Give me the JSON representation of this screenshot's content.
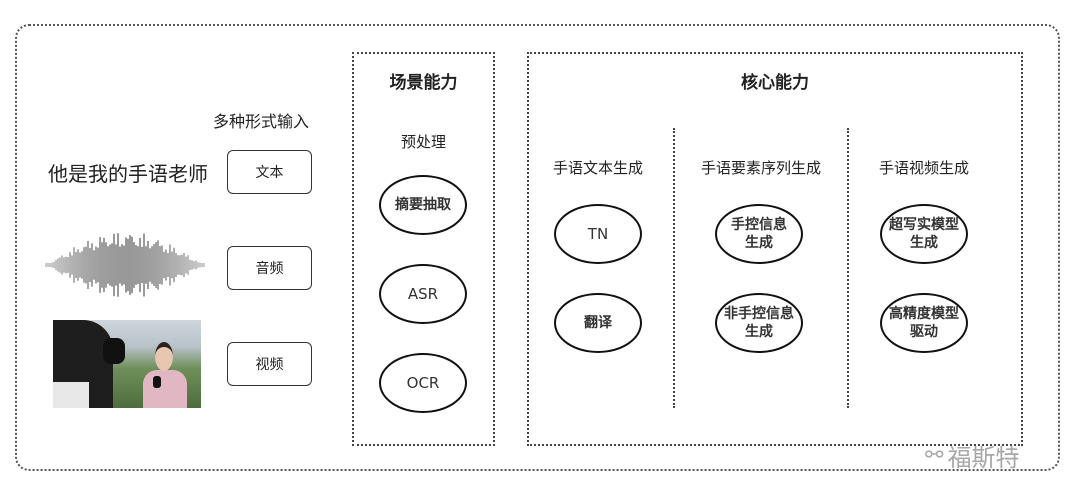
{
  "inputs": {
    "heading": "多种形式输入",
    "sample_text": "他是我的手语老师",
    "items": [
      {
        "label": "文本"
      },
      {
        "label": "音频"
      },
      {
        "label": "视频"
      }
    ]
  },
  "scene": {
    "title": "场景能力",
    "subtitle": "预处理",
    "items": [
      "摘要抽取",
      "ASR",
      "OCR"
    ]
  },
  "core": {
    "title": "核心能力",
    "columns": [
      {
        "heading": "手语文本生成",
        "items": [
          [
            "TN"
          ],
          [
            "翻译"
          ]
        ]
      },
      {
        "heading": "手语要素序列生成",
        "items": [
          [
            "手控信息",
            "生成"
          ],
          [
            "非手控信息",
            "生成"
          ]
        ]
      },
      {
        "heading": "手语视频生成",
        "items": [
          [
            "超写实模型",
            "生成"
          ],
          [
            "高精度模型",
            "驱动"
          ]
        ]
      }
    ]
  },
  "watermark": "福斯特"
}
